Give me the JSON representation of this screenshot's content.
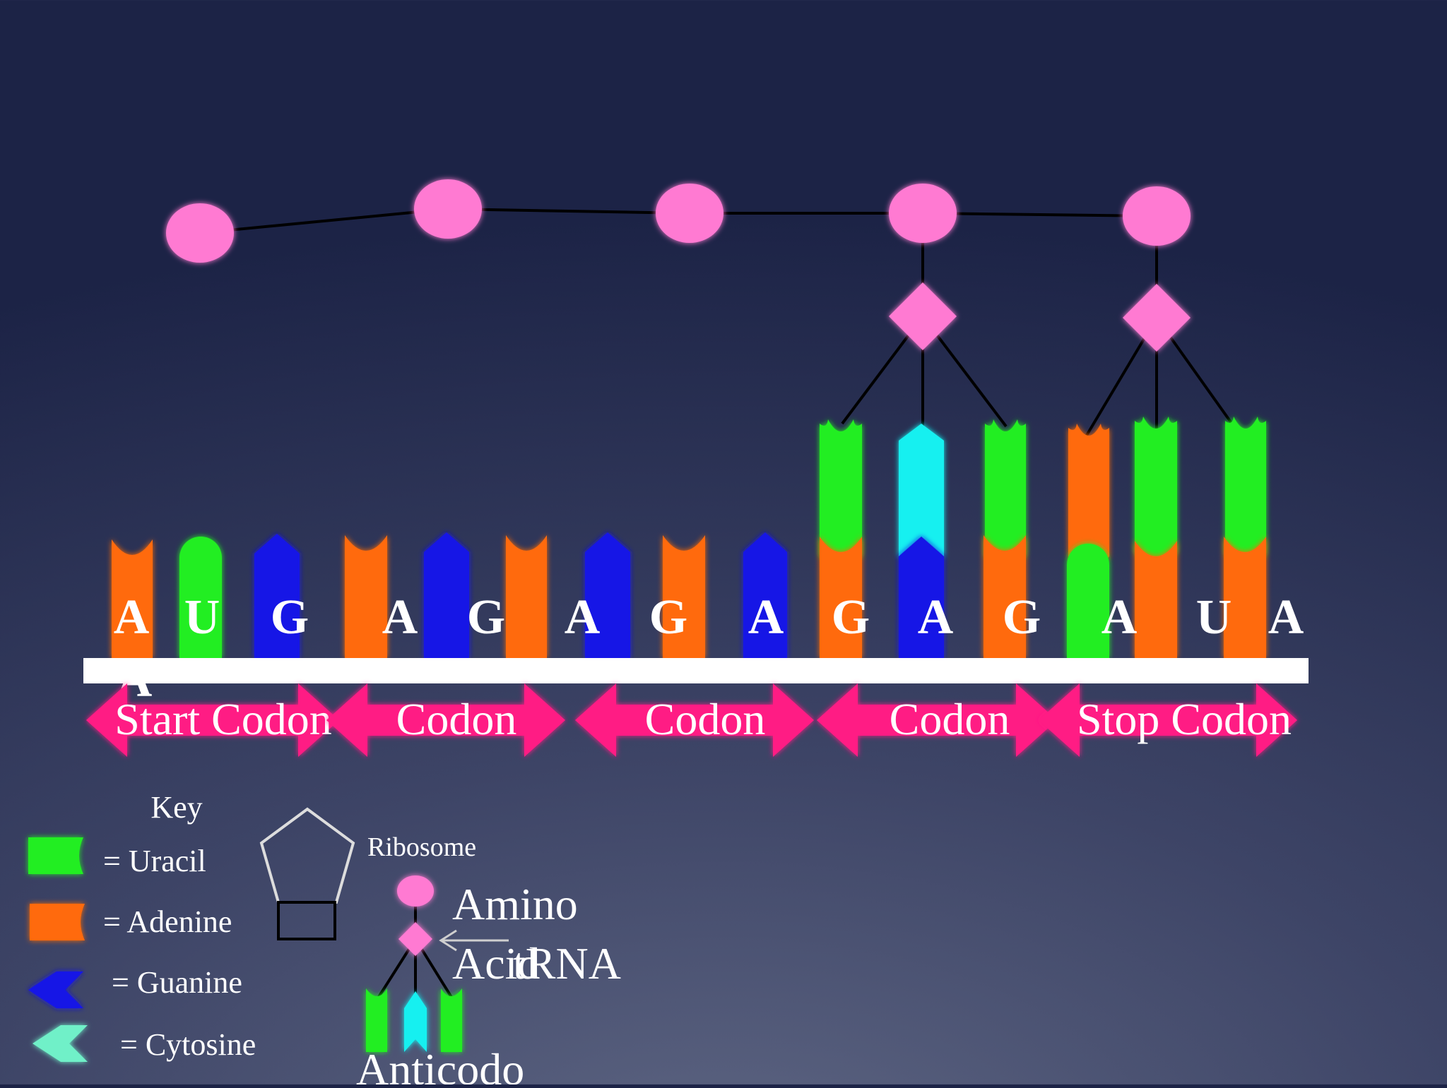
{
  "colors": {
    "uracil": "#22ee22",
    "adenine": "#ff6a10",
    "guanine": "#1414e6",
    "cytosine": "#19f0f0",
    "key_cytosine": "#6ff0c8",
    "amino": "#ff7ad2",
    "codon_arrow": "#ff1c84",
    "strand": "#ffffff"
  },
  "mrna": {
    "letters": [
      "A",
      "U",
      "G",
      "A",
      "G",
      "A",
      "G",
      "A",
      "G",
      "A",
      "G",
      "A",
      "U",
      "A"
    ],
    "extra_letter": "A"
  },
  "codons": [
    "Start Codon",
    "Codon",
    "Codon",
    "Codon",
    "Stop Codon"
  ],
  "key": {
    "title": "Key",
    "items": [
      {
        "base": "uracil",
        "label": "= Uracil"
      },
      {
        "base": "adenine",
        "label": "= Adenine"
      },
      {
        "base": "guanine",
        "label": "= Guanine"
      },
      {
        "base": "cytosine",
        "label": "= Cytosine"
      }
    ]
  },
  "legend": {
    "ribosome": "Ribosome",
    "amino_acid_line1": "Amino",
    "amino_acid_line2": "Acid",
    "trna": "tRNA",
    "anticodon": "Anticodo"
  }
}
